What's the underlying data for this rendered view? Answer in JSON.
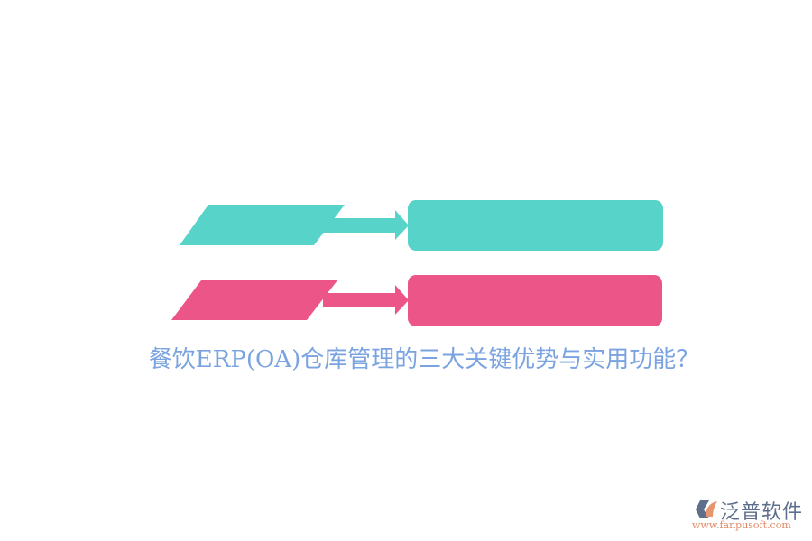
{
  "title": "餐饮ERP(OA)仓库管理的三大关键优势与实用功能？",
  "colors": {
    "teal": "#58d3c9",
    "pink": "#ec5588",
    "title_text": "#7aa3e0",
    "logo_text": "#5e6f8c",
    "logo_url": "#e08a66"
  },
  "rows": [
    {
      "color": "teal",
      "label": ""
    },
    {
      "color": "pink",
      "label": ""
    }
  ],
  "logo": {
    "icon": "fanpu-logo-icon",
    "name": "泛普软件",
    "url": "www.fanpusoft.com"
  }
}
